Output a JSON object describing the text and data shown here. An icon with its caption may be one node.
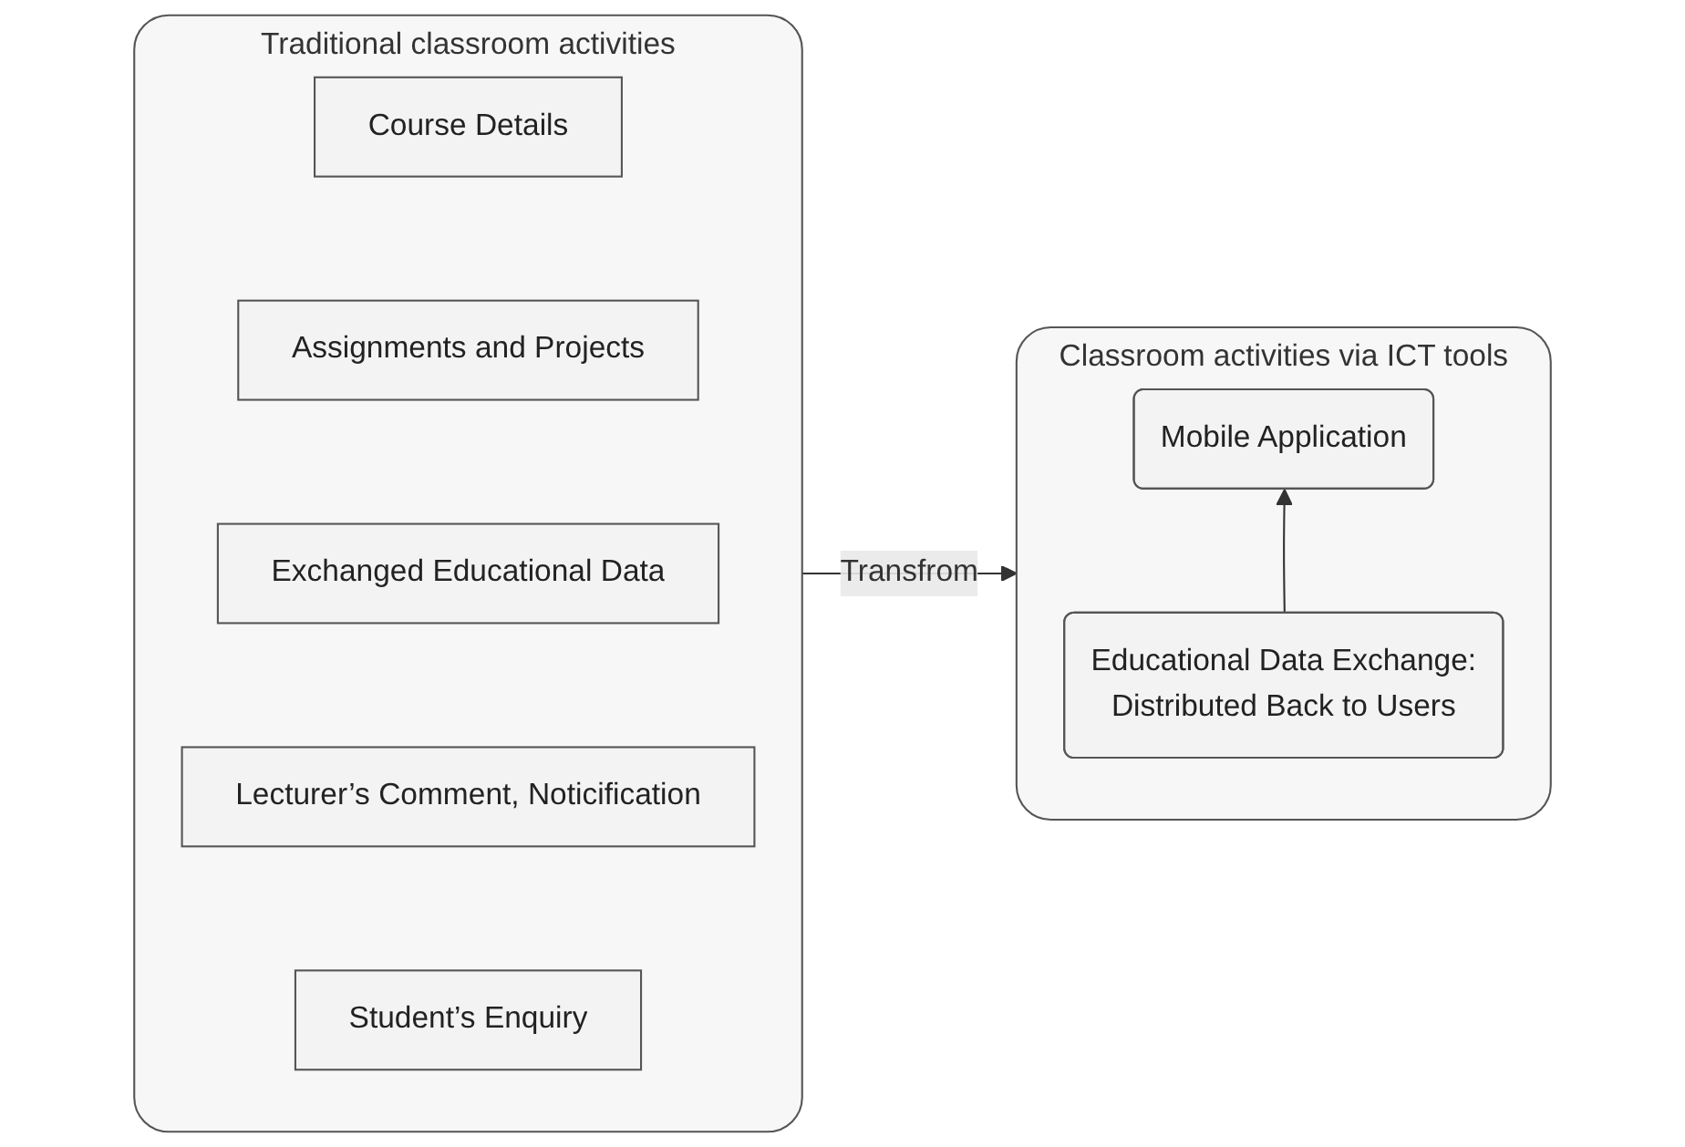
{
  "diagram": {
    "nodes": [
      {
        "text": [
          "Traditional classroom activities"
        ]
      },
      {
        "text": [
          "Course Details"
        ],
        "in": 0
      },
      {
        "text": [
          "Assignments and Projects"
        ],
        "in": 0
      },
      {
        "text": [
          "Exchanged Educational Data"
        ],
        "in": 0
      },
      {
        "text": [
          "Lecturer’s Comment, Noticification"
        ],
        "in": 0
      },
      {
        "text": [
          "Student’s Enquiry"
        ],
        "in": 0
      },
      {
        "text": [
          "Classroom activities via ICT tools"
        ]
      },
      {
        "text": [
          "Mobile Application"
        ],
        "in": 6
      },
      {
        "text": [
          "Educational Data Exchange:",
          "Distributed Back to Users"
        ],
        "in": 6
      }
    ],
    "edges": [
      {
        "from": 0,
        "to": 6,
        "arrow": "to",
        "label": "Transfrom"
      },
      {
        "from": 8,
        "to": 7,
        "arrow": "to"
      }
    ]
  }
}
